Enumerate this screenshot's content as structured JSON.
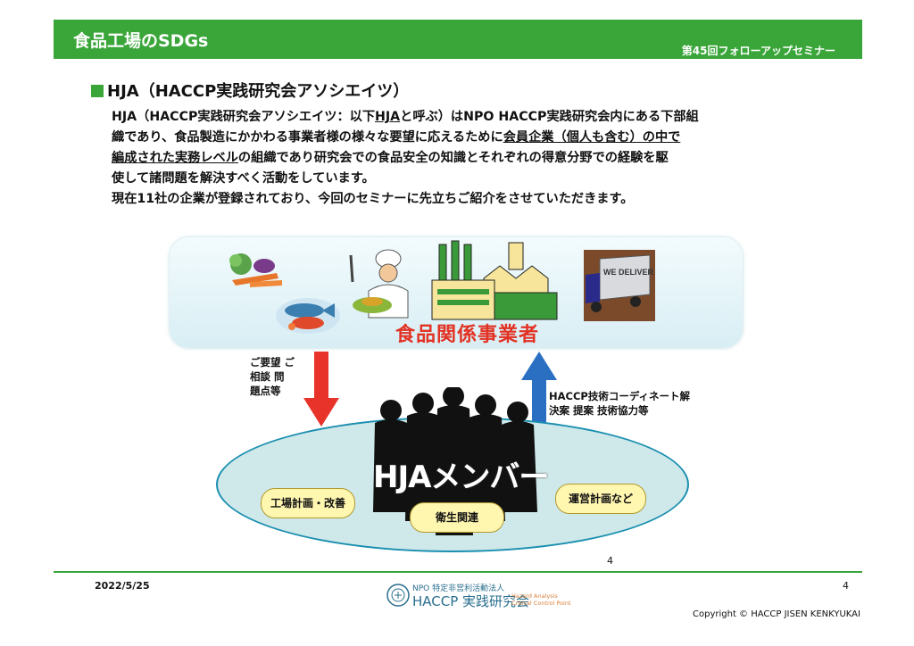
{
  "header": {
    "title": "食品工場のSDGs",
    "subtitle": "第45回フォローアップセミナー"
  },
  "section": {
    "heading": "HJA（HACCP実践研究会アソシエイツ）"
  },
  "body": {
    "p1a": "HJA（HACCP実践研究会アソシエイツ：以下",
    "p1b": "HJA",
    "p1c": "と呼ぶ）はNPO HACCP実践研究会内にある下部組\n織であり、食品製造にかかわる事業者様の様々な要望に応えるために",
    "p1d": "会員企業（個人も含む）の中で\n編成された実務レベル",
    "p1e": "の組織であり研究会での食品安全の知識とそれぞれの得意分野での経験を駆\n使して諸問題を解決すべく活動をしています。\n現在11社の企業が登録されており、今回のセミナーに先立ちご紹介をさせていただきます。"
  },
  "diagram": {
    "top_label": "食品関係事業者",
    "truck_text": "WE DELIVER",
    "left_note": "ご要望 ご\n相談 問\n題点等",
    "right_note": "HACCP技術コーディネート解\n決案 提案 技術協力等",
    "members_label": "HJAメンバー",
    "pill_1": "工場計画・改善",
    "pill_2": "衛生関連",
    "pill_3": "運営計画など"
  },
  "colors": {
    "accent": "#3aa63a",
    "label_red": "#e23224",
    "arrow_red": "#e8332a",
    "arrow_blue": "#2a6fc2"
  },
  "page_number_center": "4",
  "footer": {
    "date": "2022/5/25",
    "page_number": "4",
    "org_prefix": "NPO 特定非営利活動法人",
    "org_name": "HACCP 実践研究会",
    "tagline": "Hazard Analysis\n Critical Control Point",
    "copyright": "Copyright © HACCP JISEN KENKYUKAI"
  }
}
